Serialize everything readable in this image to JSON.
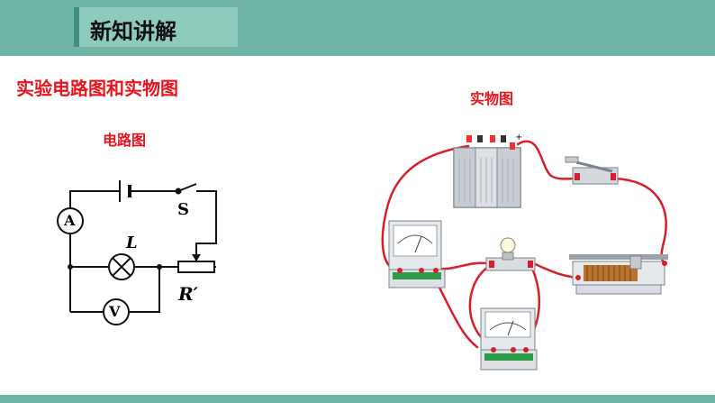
{
  "header": {
    "title": "新知讲解"
  },
  "main": {
    "subtitle": "实验电路图和实物图",
    "circuit_label": "电路图",
    "physical_label": "实物图"
  },
  "circuit": {
    "ammeter": "A",
    "voltmeter": "V",
    "lamp": "L",
    "switch": "S",
    "rheostat": "R′"
  },
  "colors": {
    "header_bg": "#6fb3a5",
    "accent_red": "#e8141c",
    "wire_red": "#d81e2c"
  }
}
